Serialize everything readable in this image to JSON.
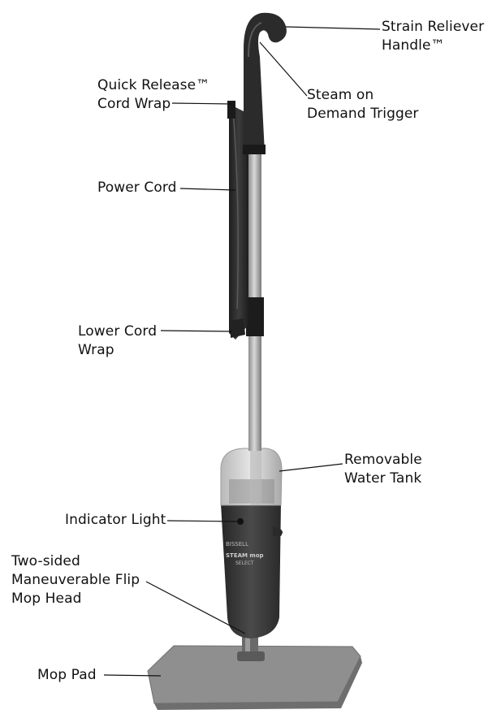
{
  "labels": {
    "strain_reliever": [
      "Strain Reliever",
      "Handle™"
    ],
    "quick_release": [
      "Quick Release™",
      "Cord Wrap"
    ],
    "steam_trigger": [
      "Steam on",
      "Demand Trigger"
    ],
    "power_cord": [
      "Power Cord"
    ],
    "lower_cord_wrap": [
      "Lower Cord",
      "Wrap"
    ],
    "water_tank": [
      "Removable",
      "Water Tank"
    ],
    "indicator_light": [
      "Indicator Light"
    ],
    "mop_head": [
      "Two-sided",
      "Maneuverable Flip",
      "Mop Head"
    ],
    "mop_pad": [
      "Mop Pad"
    ]
  },
  "product_marking": {
    "brand": "BISSELL",
    "model_line1": "STEAM mop",
    "model_line2": "SELECT"
  },
  "colors": {
    "handle": "#2b2b2b",
    "shaft": "#a9a9a9",
    "tank_clear": "#cfcfcf",
    "body_dark": "#3a3a3a",
    "pad": "#8f8f8f",
    "leader": "#111111"
  }
}
